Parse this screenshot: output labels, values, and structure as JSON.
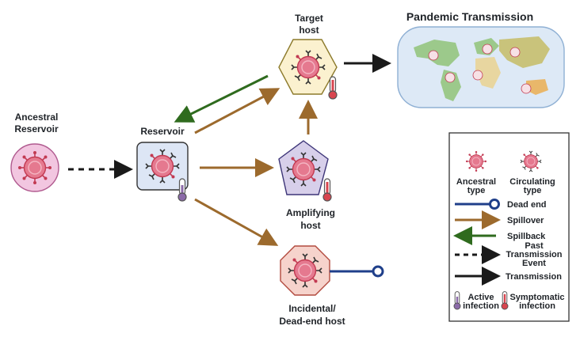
{
  "title": "Pandemic Transmission",
  "nodes": {
    "ancestral": {
      "line1": "Ancestral",
      "line2": "Reservoir"
    },
    "reservoir": {
      "line1": "Reservoir"
    },
    "target": {
      "line1": "Target",
      "line2": "host"
    },
    "amplifying": {
      "line1": "Amplifying",
      "line2": "host"
    },
    "incidental": {
      "line1": "Incidental/",
      "line2": "Dead-end host"
    }
  },
  "legend": {
    "ancestral_type": {
      "line1": "Ancestral",
      "line2": "type"
    },
    "circulating_type": {
      "line1": "Circulating",
      "line2": "type"
    },
    "dead_end": "Dead end",
    "spillover": "Spillover",
    "spillback": "Spillback",
    "past_transmission": {
      "line1": "Past",
      "line2": "Transmission",
      "line3": "Event"
    },
    "transmission": "Transmission",
    "active_infection": {
      "line1": "Active",
      "line2": "infection"
    },
    "symptomatic_infection": {
      "line1": "Symptomatic",
      "line2": "infection"
    }
  },
  "colors": {
    "spillover": "#9c6a2d",
    "spillback": "#2f6b1e",
    "dead_end": "#1f3f8a",
    "transmission": "#1a1a1a",
    "virus_body": "#e5798f",
    "ancestral_bg": "#f2c6e0",
    "reservoir_bg": "#dde6f5",
    "target_bg": "#fbf1cf",
    "amplifying_bg": "#d7cfea",
    "incidental_bg": "#f6d3cc",
    "map_bg": "#dde9f6",
    "active_therm": "#8b6aa8",
    "symptomatic_therm": "#d8454f"
  },
  "icons": [
    "virus-icon",
    "thermometer-icon",
    "world-map-icon"
  ]
}
